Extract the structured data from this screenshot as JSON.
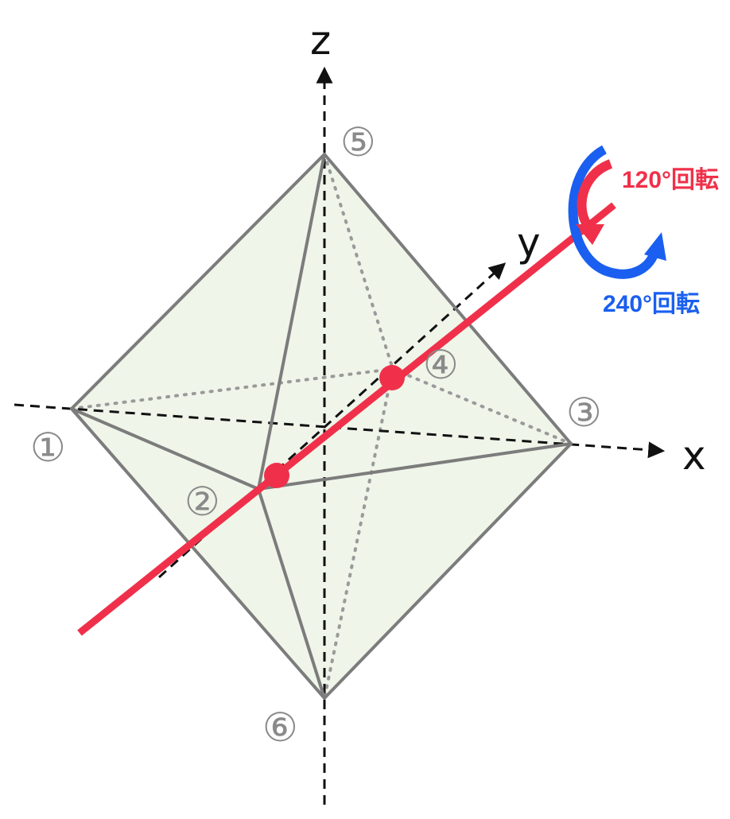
{
  "axes": {
    "x": "x",
    "y": "y",
    "z": "z"
  },
  "vertices": [
    "①",
    "②",
    "③",
    "④",
    "⑤",
    "⑥"
  ],
  "rotations": {
    "r120": "120°回転",
    "r240": "240°回転"
  },
  "colors": {
    "rotation_axis": "#f0304a",
    "rotation_120": "#f0304a",
    "rotation_240": "#1a5ff0",
    "edge": "#7c7c7c",
    "face_fill": "#e9f1e2",
    "axis_line": "#111111",
    "vertex_label": "#8a8a8a"
  }
}
